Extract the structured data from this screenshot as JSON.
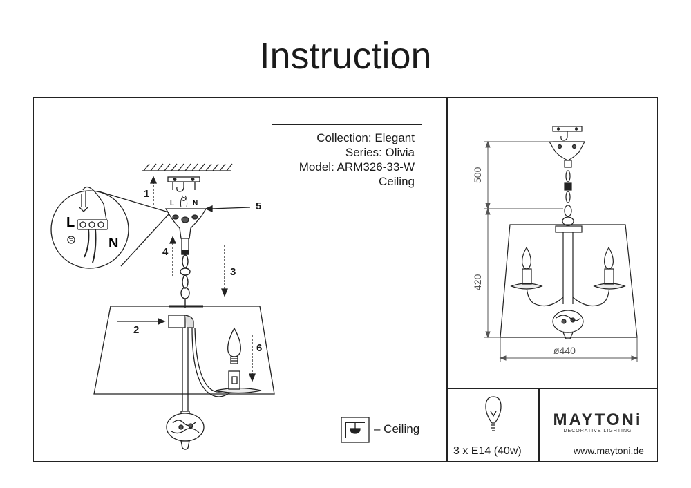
{
  "page": {
    "title": "Instruction"
  },
  "info": {
    "collection": "Collection: Elegant",
    "series": "Series: Olivia",
    "model": "Model: ARM326-33-W",
    "mount": "Ceiling"
  },
  "steps": [
    "1",
    "2",
    "3",
    "4",
    "5",
    "6"
  ],
  "wiring": {
    "live": "L",
    "neutral": "N",
    "live_small": "L",
    "neutral_small": "N"
  },
  "legend": {
    "ceiling": "– Ceiling"
  },
  "dimensions": {
    "height_top": "500",
    "height_shade": "420",
    "diameter": "ø440"
  },
  "bulb": {
    "label": "3 x E14 (40w)"
  },
  "brand": {
    "name": "MAYTONi",
    "tagline": "DECORATIVE LIGHTING",
    "website": "www.maytoni.de"
  }
}
